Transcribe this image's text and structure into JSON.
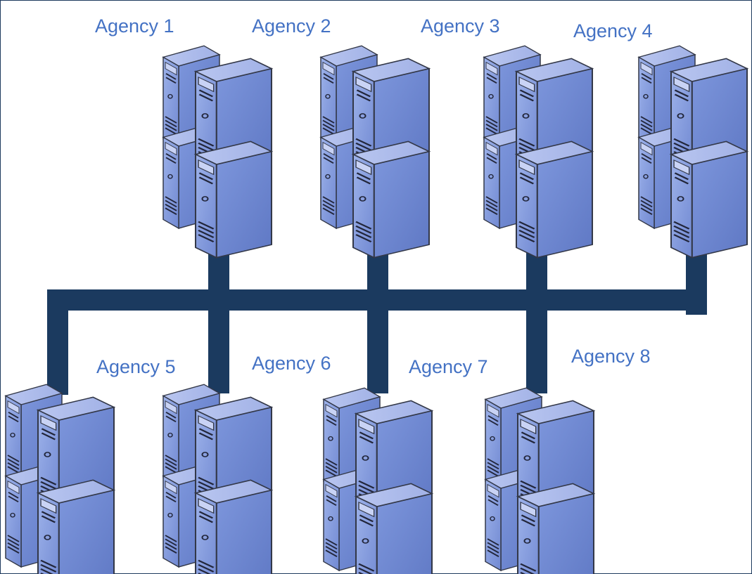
{
  "diagram": {
    "colors": {
      "bus": "#1b3a5f",
      "label": "#4472c4",
      "server_front": "#8ca3e0",
      "server_side": "#6d86cc",
      "server_top": "#aab8ea",
      "server_outline": "#333848",
      "frame_border": "#1d3a5e"
    },
    "agencies": [
      {
        "label": "Agency 1",
        "icon": "server-cluster-icon",
        "row": "top"
      },
      {
        "label": "Agency 2",
        "icon": "server-cluster-icon",
        "row": "top"
      },
      {
        "label": "Agency 3",
        "icon": "server-cluster-icon",
        "row": "top"
      },
      {
        "label": "Agency 4",
        "icon": "server-cluster-icon",
        "row": "top"
      },
      {
        "label": "Agency 5",
        "icon": "server-cluster-icon",
        "row": "bottom"
      },
      {
        "label": "Agency 6",
        "icon": "server-cluster-icon",
        "row": "bottom"
      },
      {
        "label": "Agency 7",
        "icon": "server-cluster-icon",
        "row": "bottom"
      },
      {
        "label": "Agency 8",
        "icon": "server-cluster-icon",
        "row": "bottom"
      }
    ],
    "connector": "shared-network-bus"
  }
}
